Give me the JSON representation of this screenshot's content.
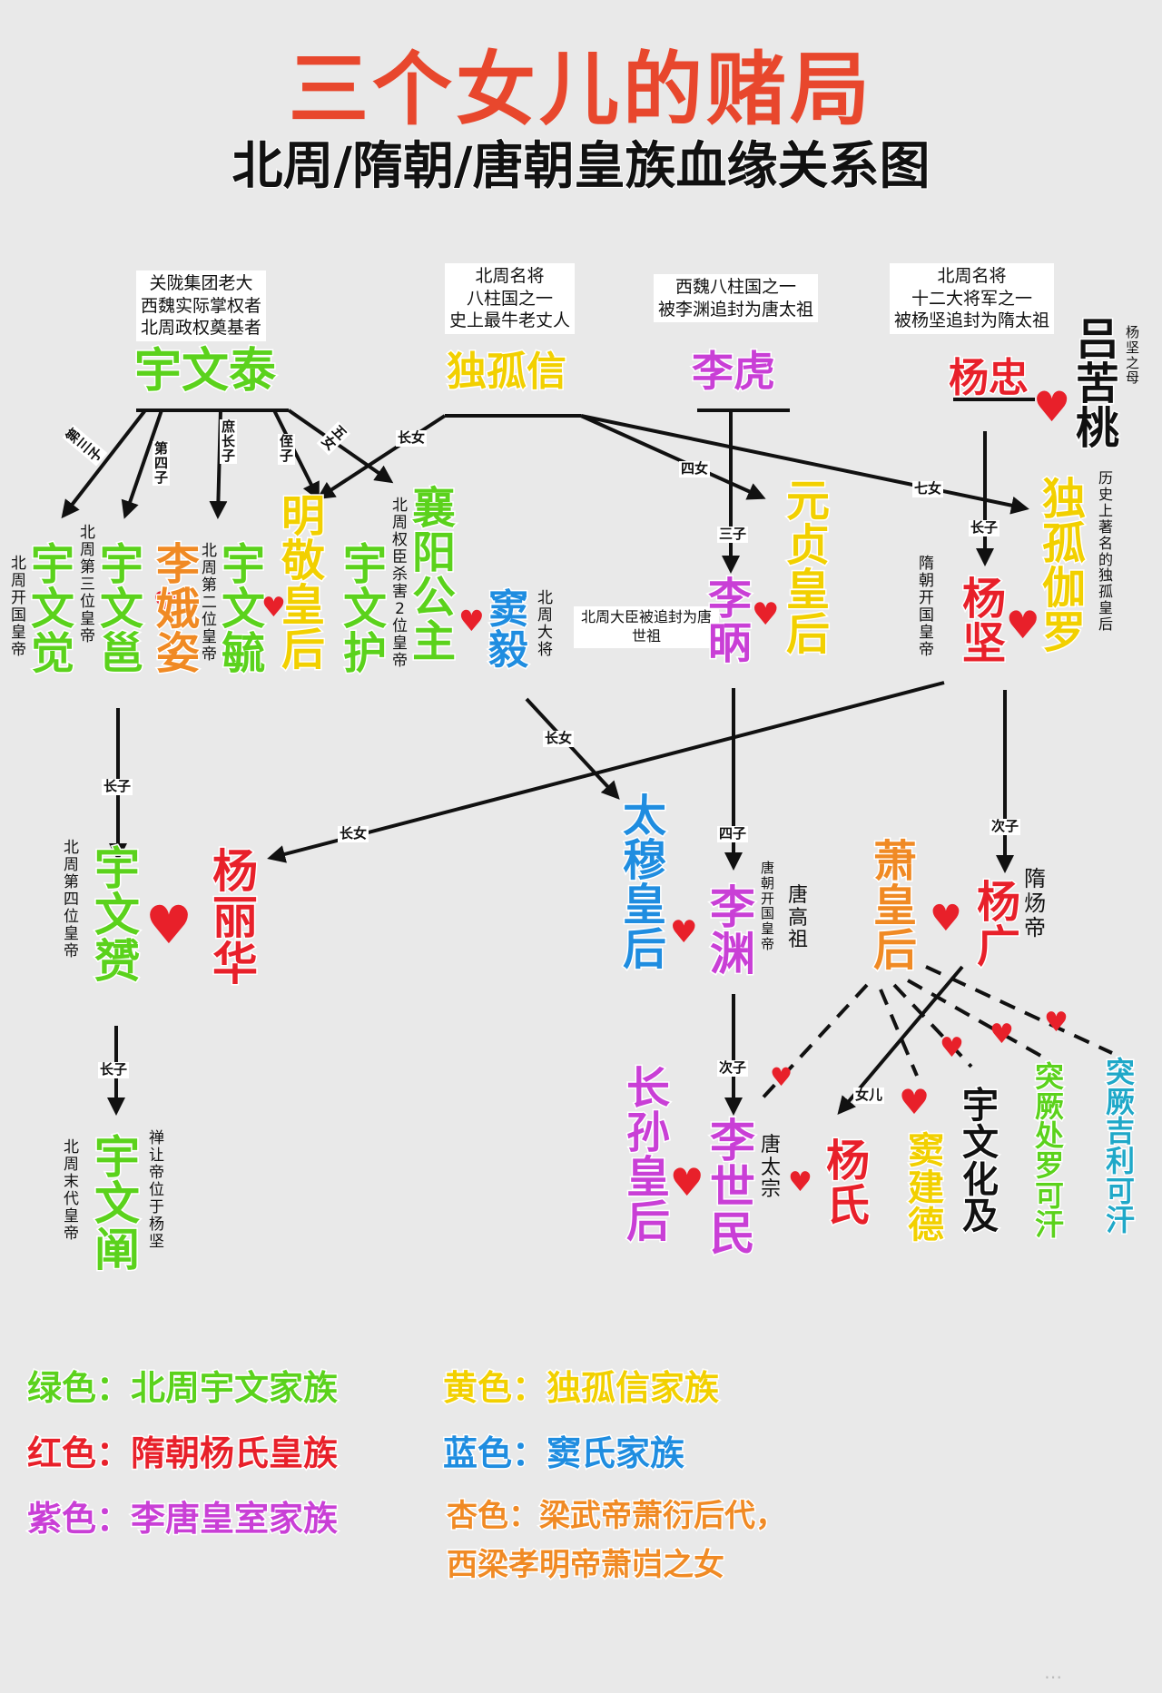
{
  "title": "三个女儿的赌局",
  "subtitle": "北周/隋朝/唐朝皇族血缘关系图",
  "colors": {
    "green": "#5bd21c",
    "yellow": "#f2d000",
    "red": "#e8202a",
    "blue": "#1f8de0",
    "purple": "#c93fd6",
    "apricot": "#f08a24",
    "title_red": "#e8472d"
  },
  "nodes": {
    "yuwen_tai": "宇文泰",
    "dugu_xin": "独孤信",
    "li_hu": "李虎",
    "yang_zhong": "杨忠",
    "lv_kutao": "吕苦桃",
    "yuwen_jue": "宇文觉",
    "yuwen_yong": "宇文邕",
    "li_ezi": "李娥姿",
    "yuwen_yu": "宇文毓",
    "mingjing_huanghou": "明敬皇后",
    "yuwen_hu": "宇文护",
    "xiangyang_gongzhu": "襄阳公主",
    "dou_yi": "窦毅",
    "li_bing": "李昞",
    "yuanzhen_huanghou": "元贞皇后",
    "yang_jian": "杨坚",
    "dugu_jialuo": "独孤伽罗",
    "yuwen_yun": "宇文赟",
    "yang_lihua": "杨丽华",
    "taimu_huanghou": "太穆皇后",
    "li_yuan": "李渊",
    "xiao_huanghou": "萧皇后",
    "yang_guang": "杨广",
    "yuwen_chan": "宇文阐",
    "zhangsun_huanghou": "长孙皇后",
    "li_shimin": "李世民",
    "yang_shi": "杨氏",
    "dou_jiande": "窦建德",
    "yuwen_huaji": "宇文化及",
    "tujue_chuluo": "突厥处罗可汗",
    "tujue_jieli": "突厥吉利可汗"
  },
  "notes": {
    "yuwen_tai": "关陇集团老大\n西魏实际掌权者\n北周政权奠基者",
    "dugu_xin": "北周名将\n八柱国之一\n史上最牛老丈人",
    "li_hu": "西魏八柱国之一\n被李渊追封为唐太祖",
    "yang_zhong": "北周名将\n十二大将军之一\n被杨坚追封为隋太祖",
    "lv_kutao": "杨坚之母",
    "yuwen_jue": "北周开国皇帝",
    "yuwen_yong": "北周第三位皇帝",
    "yuwen_yu": "北周第二位皇帝",
    "yuwen_hu": "北周权臣杀害2位皇帝",
    "dou_yi": "北周大将",
    "li_bing": "北周大臣被追封为唐世祖",
    "yang_jian": "隋朝开国皇帝",
    "dugu_jialuo": "历史上著名的独孤皇后",
    "yuwen_yun": "北周第四位皇帝",
    "li_yuan": "唐朝开国皇帝",
    "li_yuan_title": "唐高祖",
    "yang_guang": "隋炀帝",
    "yuwen_chan": "北周末代皇帝",
    "yuwen_chan_2": "禅让帝位于杨坚",
    "li_shimin": "唐太宗"
  },
  "relations": {
    "r1": "长女",
    "r2": "第三子",
    "r3": "第四子",
    "r4": "庶长子",
    "r5": "侄子",
    "r6": "五女",
    "r7": "四女",
    "r8": "七女",
    "r9": "三子",
    "r10": "长子",
    "r11": "长女",
    "r12": "长女",
    "r13": "长子",
    "r14": "四子",
    "r15": "次子",
    "r16": "长子",
    "r17": "次子",
    "r18": "女儿"
  },
  "legend": [
    {
      "key": "绿色：",
      "value": "北周宇文家族",
      "color": "#5bd21c"
    },
    {
      "key": "黄色：",
      "value": "独孤信家族",
      "color": "#f2d000"
    },
    {
      "key": "红色：",
      "value": "隋朝杨氏皇族",
      "color": "#e8202a"
    },
    {
      "key": "蓝色：",
      "value": "窦氏家族",
      "color": "#1f8de0"
    },
    {
      "key": "紫色：",
      "value": "李唐皇室家族",
      "color": "#c93fd6"
    },
    {
      "key": "杏色：",
      "value": "梁武帝萧衍后代，",
      "color": "#f08a24"
    },
    {
      "key": "",
      "value": "西梁孝明帝萧岿之女",
      "color": "#f08a24"
    }
  ]
}
